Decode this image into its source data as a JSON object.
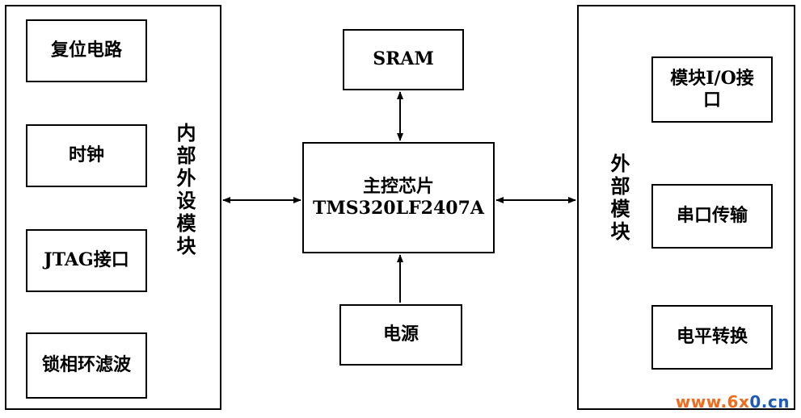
{
  "internal_group": {
    "title": "内部外设模块",
    "items": [
      "复位电路",
      "时钟",
      "JTAG接口",
      "锁相环滤波"
    ]
  },
  "external_group": {
    "title": "外部模块",
    "items": [
      "模块I/O接口",
      "串口传输",
      "电平转换"
    ]
  },
  "cpu": {
    "line1": "主控芯片",
    "line2": "TMS320LF2407A"
  },
  "sram": {
    "label": "SRAM"
  },
  "power": {
    "label": "电源"
  },
  "watermark": {
    "prefix": "www.6x",
    "zero": "0",
    "suffix": ".cn"
  }
}
